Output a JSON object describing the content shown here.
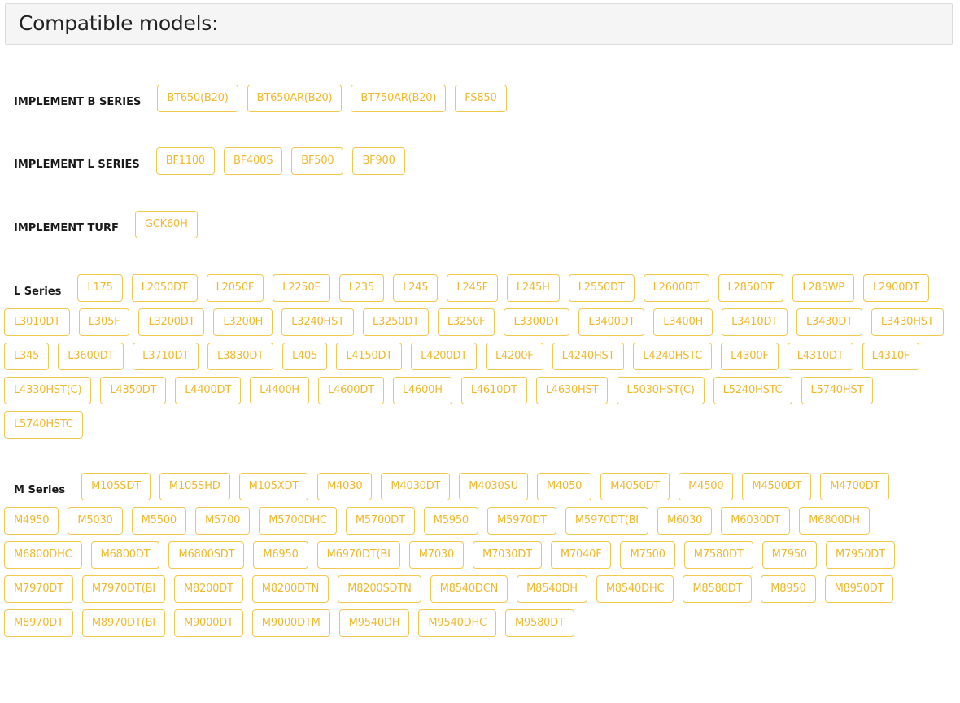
{
  "panel": {
    "title": "Compatible models:"
  },
  "colors": {
    "chip_border": "#f2c94c",
    "chip_text": "#f0b92c",
    "header_bg": "#f5f5f5"
  },
  "series": [
    {
      "name": "IMPLEMENT B SERIES",
      "models": [
        "BT650(B20)",
        "BT650AR(B20)",
        "BT750AR(B20)",
        "FS850"
      ]
    },
    {
      "name": "IMPLEMENT L SERIES",
      "models": [
        "BF1100",
        "BF400S",
        "BF500",
        "BF900"
      ]
    },
    {
      "name": "IMPLEMENT TURF",
      "models": [
        "GCK60H"
      ]
    },
    {
      "name": "L Series",
      "models": [
        "L175",
        "L2050DT",
        "L2050F",
        "L2250F",
        "L235",
        "L245",
        "L245F",
        "L245H",
        "L2550DT",
        "L2600DT",
        "L2850DT",
        "L285WP",
        "L2900DT",
        "L3010DT",
        "L305F",
        "L3200DT",
        "L3200H",
        "L3240HST",
        "L3250DT",
        "L3250F",
        "L3300DT",
        "L3400DT",
        "L3400H",
        "L3410DT",
        "L3430DT",
        "L3430HST",
        "L345",
        "L3600DT",
        "L3710DT",
        "L3830DT",
        "L405",
        "L4150DT",
        "L4200DT",
        "L4200F",
        "L4240HST",
        "L4240HSTC",
        "L4300F",
        "L4310DT",
        "L4310F",
        "L4330HST(C)",
        "L4350DT",
        "L4400DT",
        "L4400H",
        "L4600DT",
        "L4600H",
        "L4610DT",
        "L4630HST",
        "L5030HST(C)",
        "L5240HSTC",
        "L5740HST",
        "L5740HSTC"
      ]
    },
    {
      "name": "M Series",
      "models": [
        "M105SDT",
        "M105SHD",
        "M105XDT",
        "M4030",
        "M4030DT",
        "M4030SU",
        "M4050",
        "M4050DT",
        "M4500",
        "M4500DT",
        "M4700DT",
        "M4950",
        "M5030",
        "M5500",
        "M5700",
        "M5700DHC",
        "M5700DT",
        "M5950",
        "M5970DT",
        "M5970DT(BI",
        "M6030",
        "M6030DT",
        "M6800DH",
        "M6800DHC",
        "M6800DT",
        "M6800SDT",
        "M6950",
        "M6970DT(BI",
        "M7030",
        "M7030DT",
        "M7040F",
        "M7500",
        "M7580DT",
        "M7950",
        "M7950DT",
        "M7970DT",
        "M7970DT(BI",
        "M8200DT",
        "M8200DTN",
        "M8200SDTN",
        "M8540DCN",
        "M8540DH",
        "M8540DHC",
        "M8580DT",
        "M8950",
        "M8950DT",
        "M8970DT",
        "M8970DT(BI",
        "M9000DT",
        "M9000DTM",
        "M9540DH",
        "M9540DHC",
        "M9580DT"
      ]
    }
  ]
}
